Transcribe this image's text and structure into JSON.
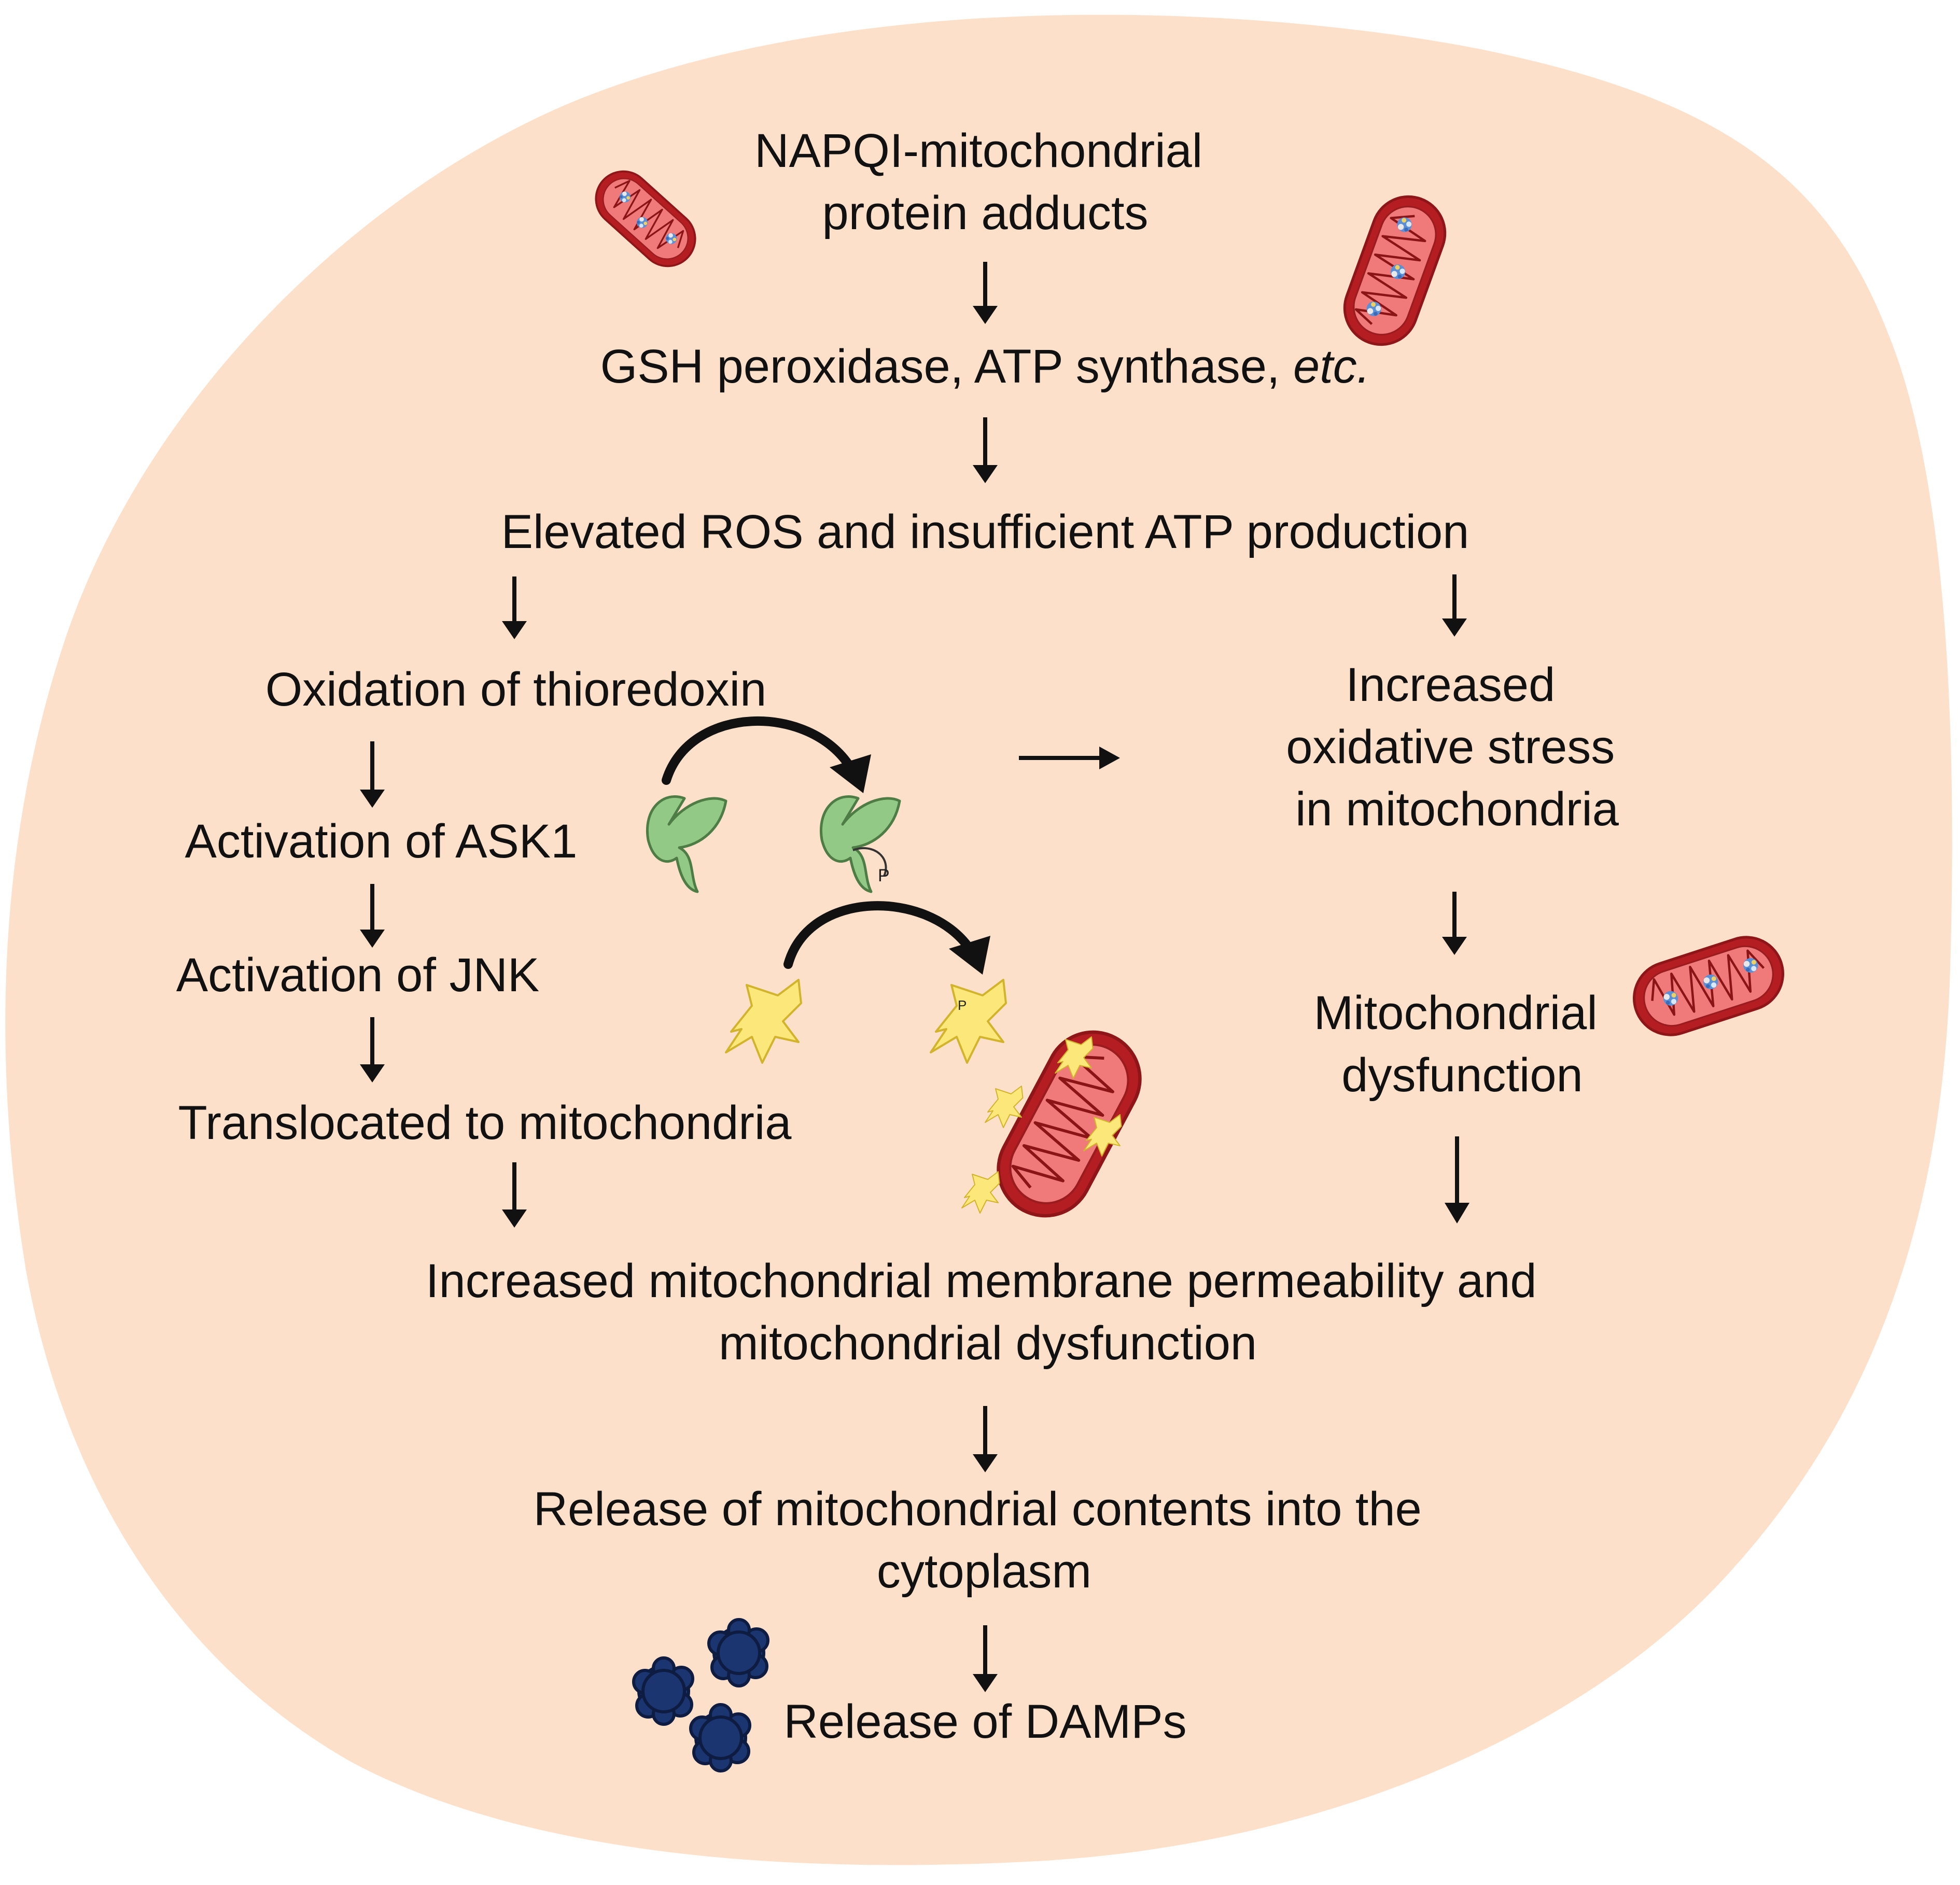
{
  "colors": {
    "cell_fill": "#fde0c9",
    "mitochondria_outer": "#b41e22",
    "mitochondria_inner": "#f07a7a",
    "ask1_protein": "#92c986",
    "jnk_protein": "#fbe77a",
    "damps": "#1a3570",
    "text": "#111111"
  },
  "nodes": {
    "napqi": [
      "NAPQI-mitochondrial",
      "protein adducts"
    ],
    "gsh": {
      "main": "GSH peroxidase, ATP synthase, ",
      "italic": "etc."
    },
    "ros": "Elevated ROS and insufficient ATP production",
    "thioredoxin": "Oxidation of thioredoxin",
    "ask1": "Activation of ASK1",
    "jnk": "Activation of JNK",
    "translocated": "Translocated to mitochondria",
    "oxidative_stress": [
      "Increased",
      "oxidative stress",
      "in mitochondria"
    ],
    "mito_dysfunction": [
      "Mitochondrial",
      "dysfunction"
    ],
    "permeability": [
      "Increased mitochondrial membrane permeability and",
      "mitochondrial dysfunction"
    ],
    "release_contents": [
      "Release of mitochondrial contents into the",
      "cytoplasm"
    ],
    "damps": "Release of DAMPs"
  },
  "phospho_label": "P",
  "icons": [
    "mitochondrion-icon",
    "ask1-protein-icon",
    "jnk-protein-icon",
    "damp-cluster-icon"
  ]
}
